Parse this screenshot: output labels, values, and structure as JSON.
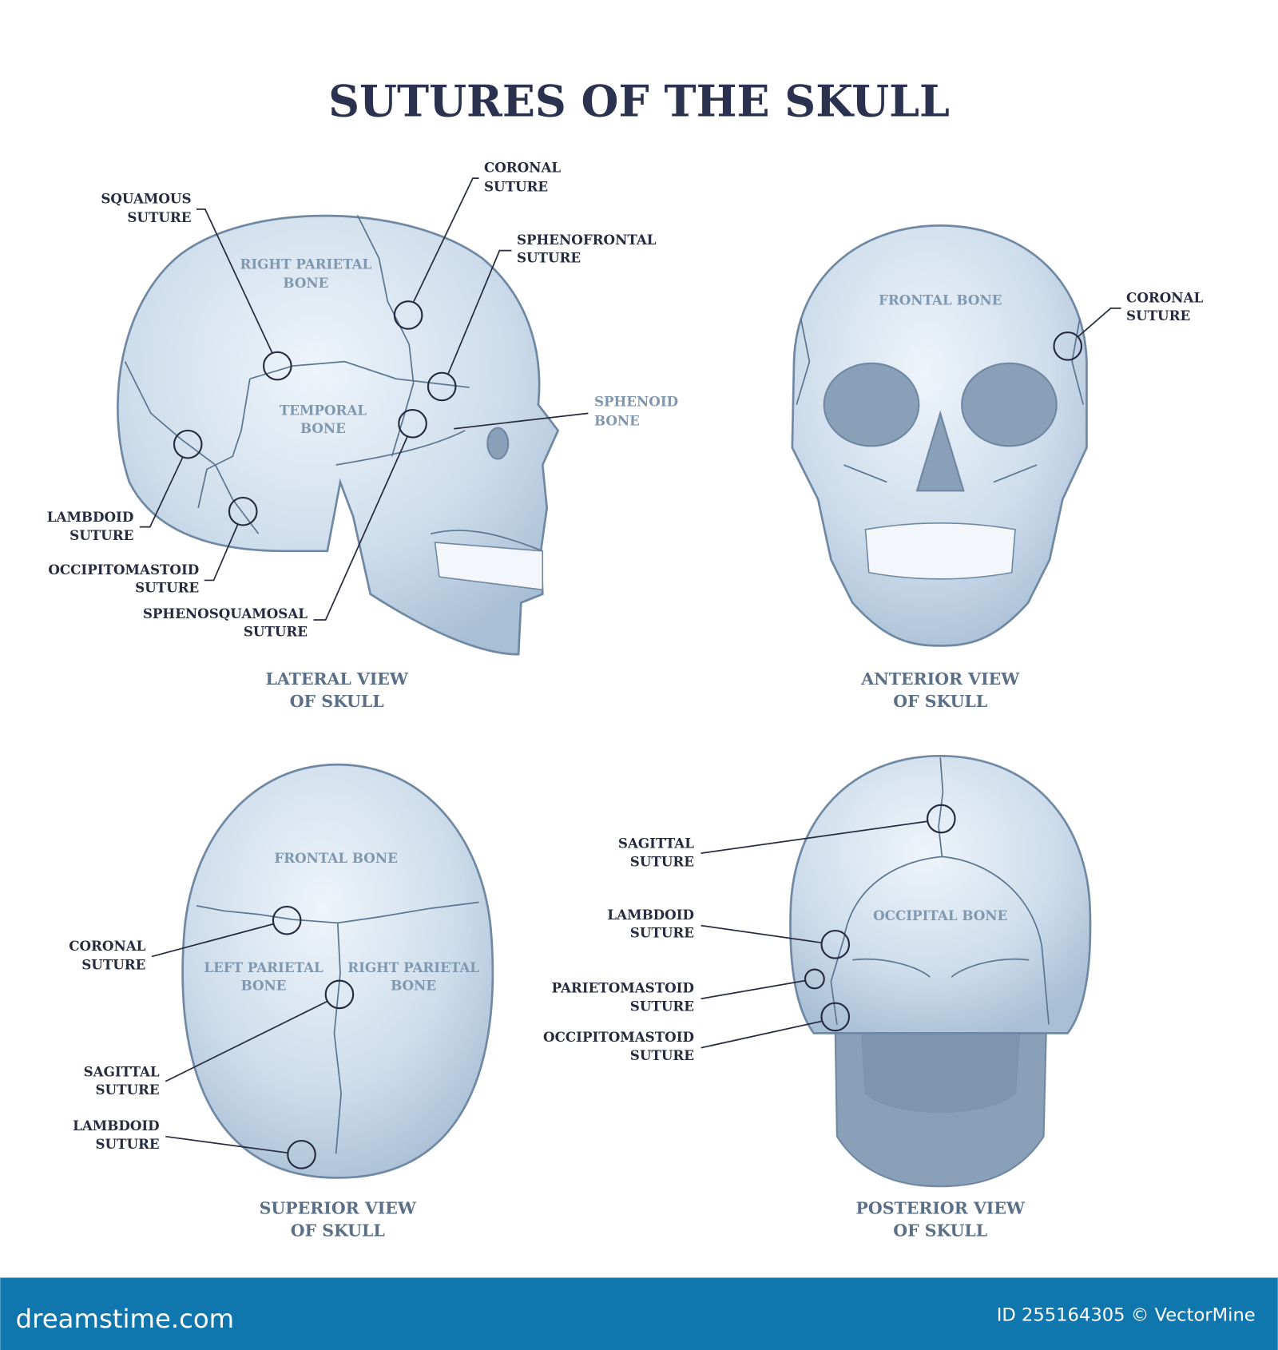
{
  "title": "SUTURES OF THE SKULL",
  "lateral": {
    "caption": [
      "LATERAL VIEW",
      "OF SKULL"
    ],
    "bones": {
      "parietal": [
        "RIGHT PARIETAL",
        "BONE"
      ],
      "temporal": [
        "TEMPORAL",
        "BONE"
      ],
      "sphenoid": [
        "SPHENOID",
        "BONE"
      ]
    },
    "labels": {
      "squamous": [
        "SQUAMOUS",
        "SUTURE"
      ],
      "coronal": [
        "CORONAL",
        "SUTURE"
      ],
      "sphenofrontal": [
        "SPHENOFRONTAL",
        "SUTURE"
      ],
      "lambdoid": [
        "LAMBDOID",
        "SUTURE"
      ],
      "occipitomastoid": [
        "OCCIPITOMASTOID",
        "SUTURE"
      ],
      "sphenosquamosal": [
        "SPHENOSQUAMOSAL",
        "SUTURE"
      ]
    }
  },
  "anterior": {
    "caption": [
      "ANTERIOR VIEW",
      "OF SKULL"
    ],
    "bones": {
      "frontal": "FRONTAL BONE"
    },
    "labels": {
      "coronal": [
        "CORONAL",
        "SUTURE"
      ]
    }
  },
  "superior": {
    "caption": [
      "SUPERIOR VIEW",
      "OF SKULL"
    ],
    "bones": {
      "frontal": "FRONTAL BONE",
      "left_parietal": [
        "LEFT PARIETAL",
        "BONE"
      ],
      "right_parietal": [
        "RIGHT PARIETAL",
        "BONE"
      ]
    },
    "labels": {
      "coronal": [
        "CORONAL",
        "SUTURE"
      ],
      "sagittal": [
        "SAGITTAL",
        "SUTURE"
      ],
      "lambdoid": [
        "LAMBDOID",
        "SUTURE"
      ]
    }
  },
  "posterior": {
    "caption": [
      "POSTERIOR VIEW",
      "OF SKULL"
    ],
    "bones": {
      "occipital": "OCCIPITAL BONE"
    },
    "labels": {
      "sagittal": [
        "SAGITTAL",
        "SUTURE"
      ],
      "lambdoid": [
        "LAMBDOID",
        "SUTURE"
      ],
      "parietomastoid": [
        "PARIETOMASTOID",
        "SUTURE"
      ],
      "occipitomastoid": [
        "OCCIPITOMASTOID",
        "SUTURE"
      ]
    }
  },
  "footer": {
    "brand": "dreamstime.com",
    "credit": "ID 255164305 © VectorMine",
    "color": "#1077ae"
  }
}
